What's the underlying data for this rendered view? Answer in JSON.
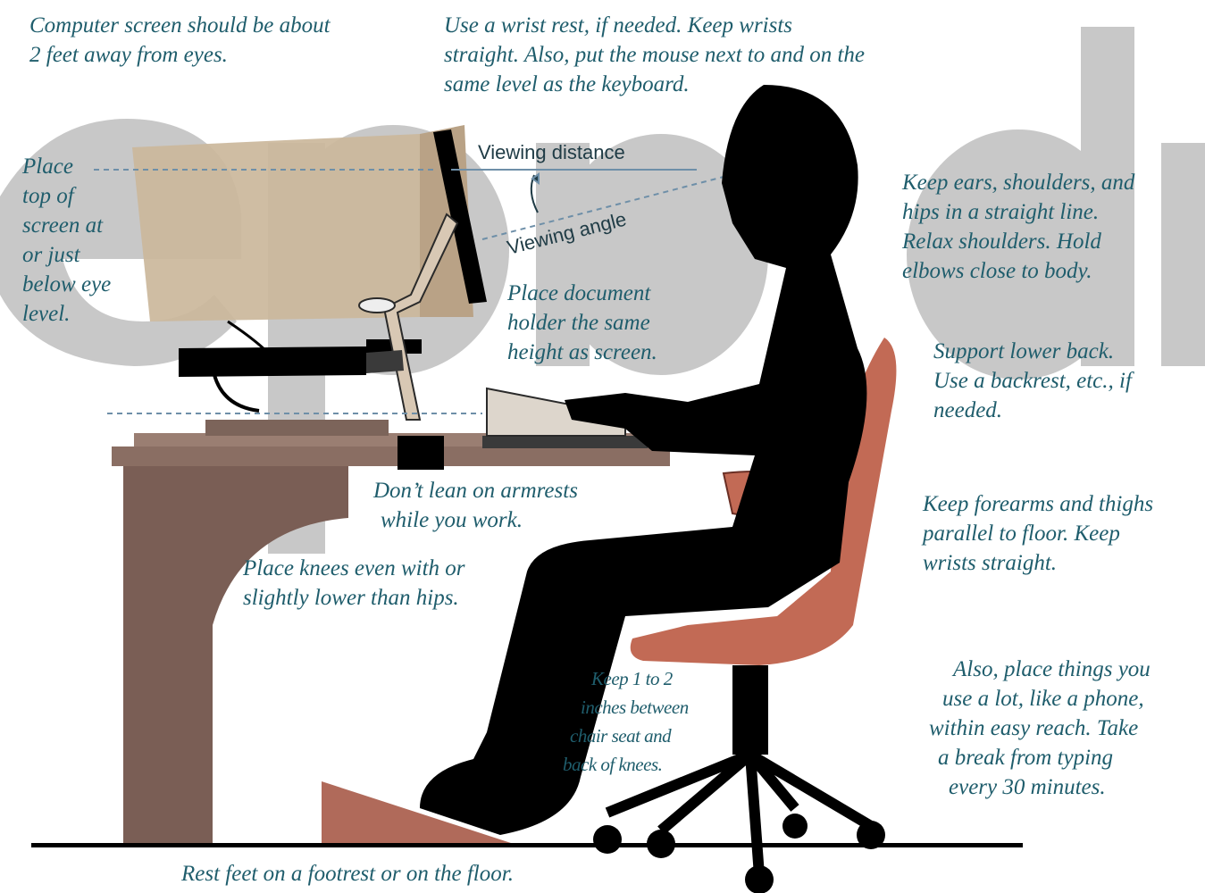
{
  "colors": {
    "annotation_text": "#1f5d6c",
    "watermark": "#c8c8c8",
    "silhouette": "#000000",
    "chair": "#c26a55",
    "desk": "#8a6e63",
    "footrest": "#b06a5a",
    "guide_line": "#6e8fa8"
  },
  "figure": {
    "viewing_distance_label": "Viewing distance",
    "viewing_angle_label": "Viewing angle"
  },
  "annotations": {
    "screen_distance": [
      "Computer screen should be about",
      "2 feet away from eyes."
    ],
    "wrist_rest": [
      "Use a wrist rest, if needed. Keep wrists",
      "straight. Also, put the mouse next to and on the",
      "same level as the keyboard."
    ],
    "screen_height": [
      "Place",
      "top of",
      "screen at",
      "or just",
      "below eye",
      "level."
    ],
    "posture": [
      "Keep ears, shoulders, and",
      "hips in a straight line.",
      "Relax shoulders. Hold",
      "elbows close to body."
    ],
    "document_holder": [
      "Place document",
      "holder the same",
      "height as screen."
    ],
    "lower_back": [
      "Support lower back.",
      "Use a backrest, etc., if",
      "needed."
    ],
    "armrests": [
      "Don’t lean on armrests",
      "while you work."
    ],
    "forearms": [
      "Keep forearms and thighs",
      "parallel to floor. Keep",
      "wrists straight."
    ],
    "knees": [
      "Place knees even with or",
      "slightly lower than hips."
    ],
    "seat_gap": [
      "Keep 1 to 2",
      "inches between",
      "chair seat and",
      "back of knees."
    ],
    "things_in_reach": [
      "Also, place things you",
      "use a lot, like a phone,",
      "within easy reach. Take",
      "a break from typing",
      "every 30 minutes."
    ],
    "feet": [
      "Rest feet on a footrest or on the floor."
    ]
  }
}
